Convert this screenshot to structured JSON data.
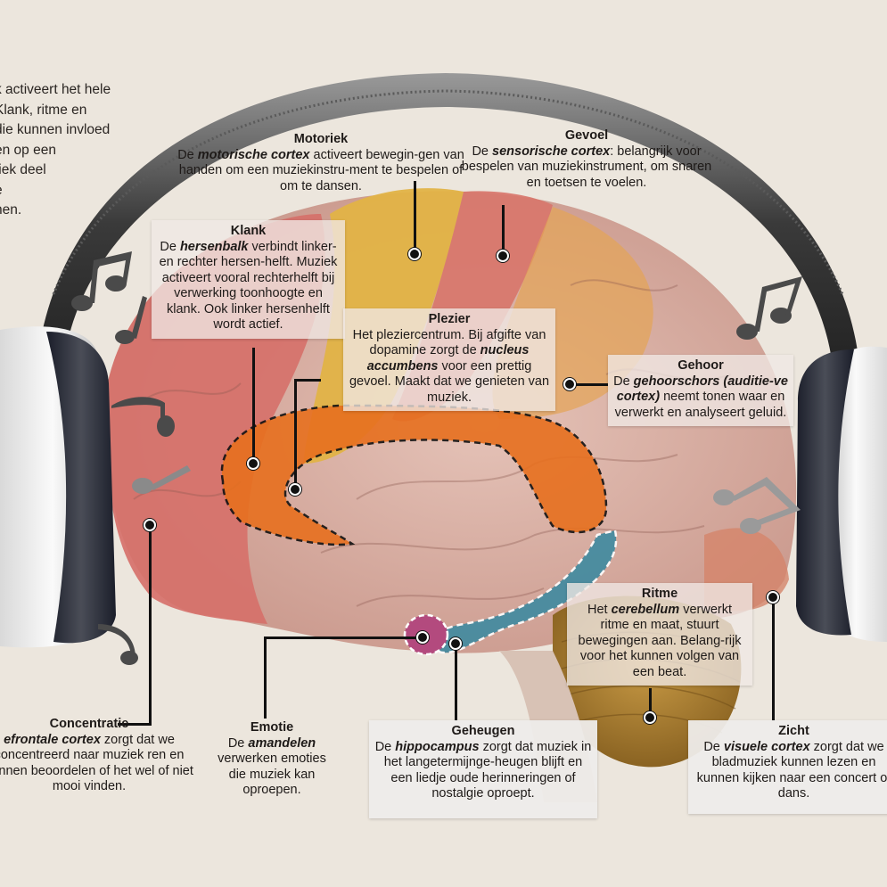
{
  "intro": {
    "text": "k activeert het hele\n Klank, ritme en\ndie kunnen invloed\nen op een\nfiek deel\ne\nnen."
  },
  "labels": {
    "motoriek": {
      "title": "Motoriek",
      "pre": "De ",
      "term": "motorische cortex",
      "post": " activeert bewegin-gen van handen om een muziekinstru-ment te bespelen of om te dansen."
    },
    "gevoel": {
      "title": "Gevoel",
      "pre": "De ",
      "term": "sensorische cortex",
      "post": ": belangrijk voor bespelen van muziekinstrument, om snaren en toetsen te voelen."
    },
    "klank": {
      "title": "Klank",
      "pre": "De ",
      "term": "hersenbalk",
      "post": " verbindt linker- en rechter hersen-helft. Muziek activeert vooral rechterhelft bij verwerking toonhoogte en klank. Ook linker hersenhelft wordt actief."
    },
    "plezier": {
      "title": "Plezier",
      "pre": "Het pleziercentrum. Bij afgifte van dopamine zorgt de ",
      "term": "nucleus accumbens",
      "post": " voor een prettig gevoel. Maakt dat we genieten van muziek."
    },
    "gehoor": {
      "title": "Gehoor",
      "pre": "De ",
      "term": "gehoorschors (auditie-ve cortex)",
      "post": " neemt tonen waar en verwerkt en analyseert geluid."
    },
    "ritme": {
      "title": "Ritme",
      "pre": "Het ",
      "term": "cerebellum",
      "post": " verwerkt ritme en maat, stuurt bewegingen aan. Belang-rijk voor het kunnen volgen van een beat."
    },
    "concentratie": {
      "title": "Concentratie",
      "pre": "",
      "term": "efrontale cortex",
      "post": " zorgt dat we concentreerd naar muziek ren en kunnen beoordelen of het wel of niet mooi vinden."
    },
    "emotie": {
      "title": "Emotie",
      "pre": "De ",
      "term": "amandelen",
      "post": " verwerken emoties die muziek kan oproepen."
    },
    "geheugen": {
      "title": "Geheugen",
      "pre": "De ",
      "term": "hippocampus",
      "post": " zorgt dat muziek in het langetermijnge-heugen blijft en een liedje oude herinneringen of nostalgie oproept."
    },
    "zicht": {
      "title": "Zicht",
      "pre": "De ",
      "term": "visuele cortex",
      "post": " zorgt dat we bladmuziek kunnen lezen en kunnen kijken naar een concert of dans."
    }
  },
  "colors": {
    "background": "#ece6dd",
    "frontal": "#d9726a",
    "motor": "#e3b54a",
    "sensory": "#d9776c",
    "temporal": "#d9b2a6",
    "orange_zone": "#e8731f",
    "hippocampus": "#3f8aa0",
    "amygdala": "#b34a7e",
    "cerebellum": "#b38535"
  }
}
